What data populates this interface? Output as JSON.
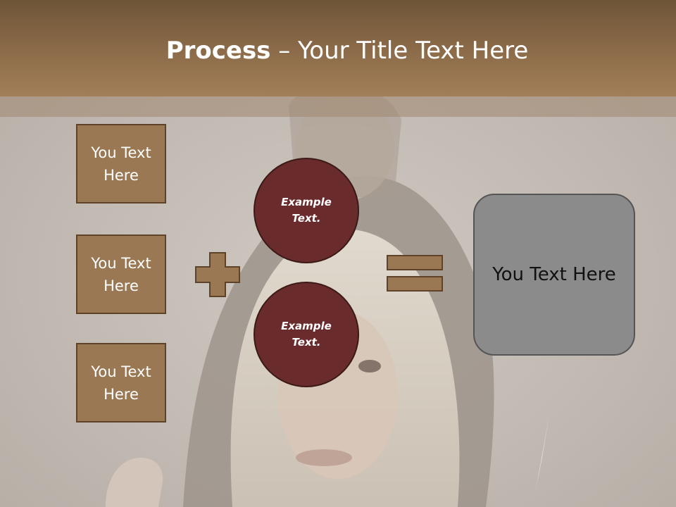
{
  "slide": {
    "title_bold": "Process",
    "title_rest": " – Your Title Text Here"
  },
  "left_boxes": [
    {
      "label": "You Text Here"
    },
    {
      "label": "You Text Here"
    },
    {
      "label": "You Text Here"
    }
  ],
  "circles": [
    {
      "label": "Example Text."
    },
    {
      "label": "Example Text."
    }
  ],
  "operators": {
    "plus": "plus-icon",
    "equals": "equals-icon"
  },
  "result": {
    "label": "You Text Here"
  },
  "colors": {
    "header": "#8a6a48",
    "box_fill": "#9a7854",
    "box_border": "#5e4328",
    "circle_fill": "#6a2b2c",
    "result_fill": "#8b8b8b"
  }
}
